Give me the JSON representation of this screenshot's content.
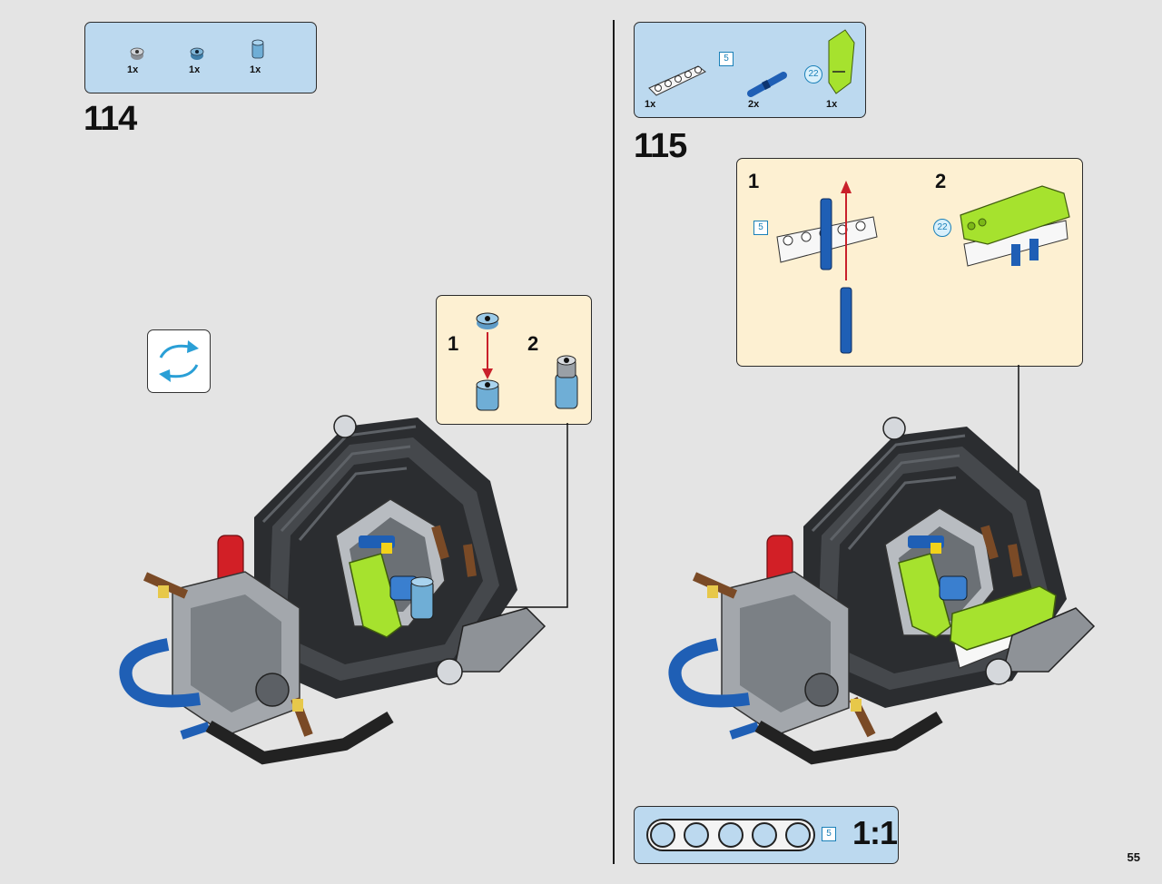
{
  "page_number": "55",
  "step114": {
    "number": "114",
    "parts": [
      {
        "qty": "1x",
        "icon": "dark-bush-icon"
      },
      {
        "qty": "1x",
        "icon": "blue-bush-icon"
      },
      {
        "qty": "1x",
        "icon": "blue-cylinder-icon"
      }
    ],
    "callout": {
      "sub1": "1",
      "sub2": "2"
    },
    "rotate_icon": "rotate-arrows-icon"
  },
  "step115": {
    "number": "115",
    "parts": [
      {
        "qty": "1x",
        "icon": "white-beam-icon",
        "length": "5"
      },
      {
        "qty": "2x",
        "icon": "blue-pin-icon"
      },
      {
        "qty": "1x",
        "icon": "lime-panel-icon",
        "id": "22"
      }
    ],
    "callout": {
      "sub1": "1",
      "sub2": "2",
      "beam_length": "5",
      "panel_id": "22"
    }
  },
  "scale": {
    "length": "5",
    "ratio": "1:1"
  },
  "colors": {
    "part_box": "#bcd9ef",
    "callout_box": "#fdf0d2",
    "lime": "#a6e22e",
    "technic_blue": "#1f5fb5"
  }
}
